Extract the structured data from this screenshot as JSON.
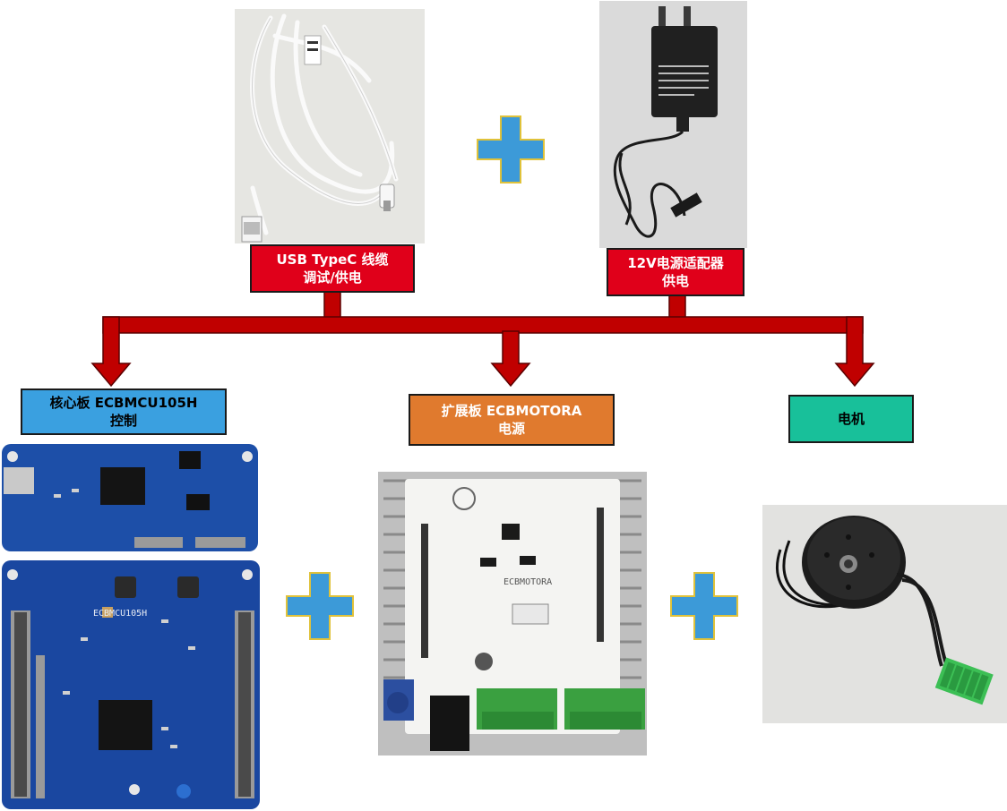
{
  "labels": {
    "usb": {
      "line1": "USB TypeC 线缆",
      "line2": "调试/供电"
    },
    "adapter": {
      "line1": "12V电源适配器",
      "line2": "供电"
    },
    "core": {
      "line1": "核心板 ECBMCU105H",
      "line2": "控制"
    },
    "expansion": {
      "line1": "扩展板 ECBMOTORA",
      "line2": "电源"
    },
    "motor": {
      "line1": "电机"
    }
  },
  "board_prints": {
    "core_silk": "ECBMCU105H",
    "expansion_silk": "ECBMOTORA"
  },
  "colors": {
    "connector": "#c00000",
    "plus": "#3c9ad8",
    "red_label": "#e0001a",
    "blue_label": "#3aa0e0",
    "orange_label": "#e07a2e",
    "teal_label": "#18c09a"
  }
}
